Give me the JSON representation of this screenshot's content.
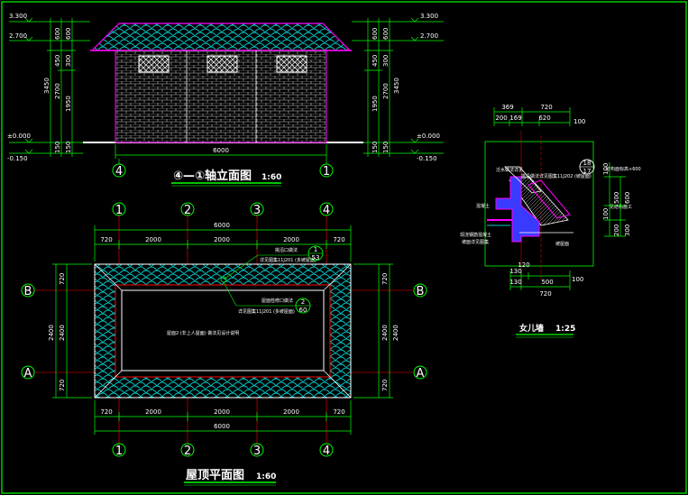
{
  "colors": {
    "background": "#000000",
    "frame": "#00ff00",
    "dimension": "#00ff00",
    "text": "#ffffff",
    "wall": "#c8c8c8",
    "roof_tile": "#00c8c8",
    "roof_edge": "#ff00ff",
    "axis_line": "#ff0000",
    "section_blue": "#3a3aff"
  },
  "elevation": {
    "title": "④—①轴立面图",
    "scale": "1:60",
    "axis_left": "4",
    "axis_right": "1",
    "overall_width": "6000",
    "levels": {
      "ridge": "3.300",
      "eave": "2.700",
      "floor": "±0.000",
      "ground": "-0.150"
    },
    "dims_left": [
      "600",
      "600",
      "450",
      "300",
      "3450",
      "2700",
      "1950",
      "150",
      "150"
    ],
    "dims_right": [
      "600",
      "600",
      "450",
      "300",
      "3450",
      "2700",
      "1950",
      "150",
      "150"
    ]
  },
  "roof_plan": {
    "title": "屋顶平面图",
    "scale": "1:60",
    "axes_top": [
      "1",
      "2",
      "3",
      "4"
    ],
    "axes_bottom": [
      "1",
      "2",
      "3",
      "4"
    ],
    "axes_side": [
      "B",
      "A"
    ],
    "overall_top": "6000",
    "overall_bottom": "6000",
    "dims_top": [
      "720",
      "2000",
      "2000",
      "2000",
      "720"
    ],
    "dims_bottom": [
      "720",
      "2000",
      "2000",
      "2000",
      "720"
    ],
    "dims_side": [
      "720",
      "2400",
      "2400",
      "720"
    ],
    "notes": {
      "callout1": "挑沿口做法",
      "callout1_ref": "详见图集11J201 (多坡屋面)",
      "callout2": "屋面检修口做法",
      "callout2_ref": "详见图集11J201 (多坡屋面)",
      "center": "屋面2 (非上人屋面) 做法见设计说明",
      "bubble1_top": "1",
      "bubble1_bottom": "53",
      "bubble2_top": "2",
      "bubble2_bottom": "60"
    }
  },
  "parapet": {
    "title": "女儿墙",
    "scale": "1:25",
    "dims_top": [
      "369",
      "720",
      "200",
      "169",
      "620"
    ],
    "dims_bottom": [
      "130",
      "120",
      "500",
      "130",
      "720"
    ],
    "dims_right": [
      "100",
      "500",
      "600",
      "200",
      "100",
      "300"
    ],
    "label_top_right": "100",
    "label_bottom_right": "100",
    "notes": {
      "note1": "泛水做法详见",
      "note2": "挑沿做法详见图集11J202 (坡屋面)",
      "note3": "结构面标高+600",
      "note4": "见结构施工",
      "note5": "现浇钢筋混凝土",
      "note6": "混凝土",
      "note7": "坡面详见图集",
      "note8": "坡屋面",
      "bubble_top": "18",
      "bubble_bottom": "17"
    }
  }
}
